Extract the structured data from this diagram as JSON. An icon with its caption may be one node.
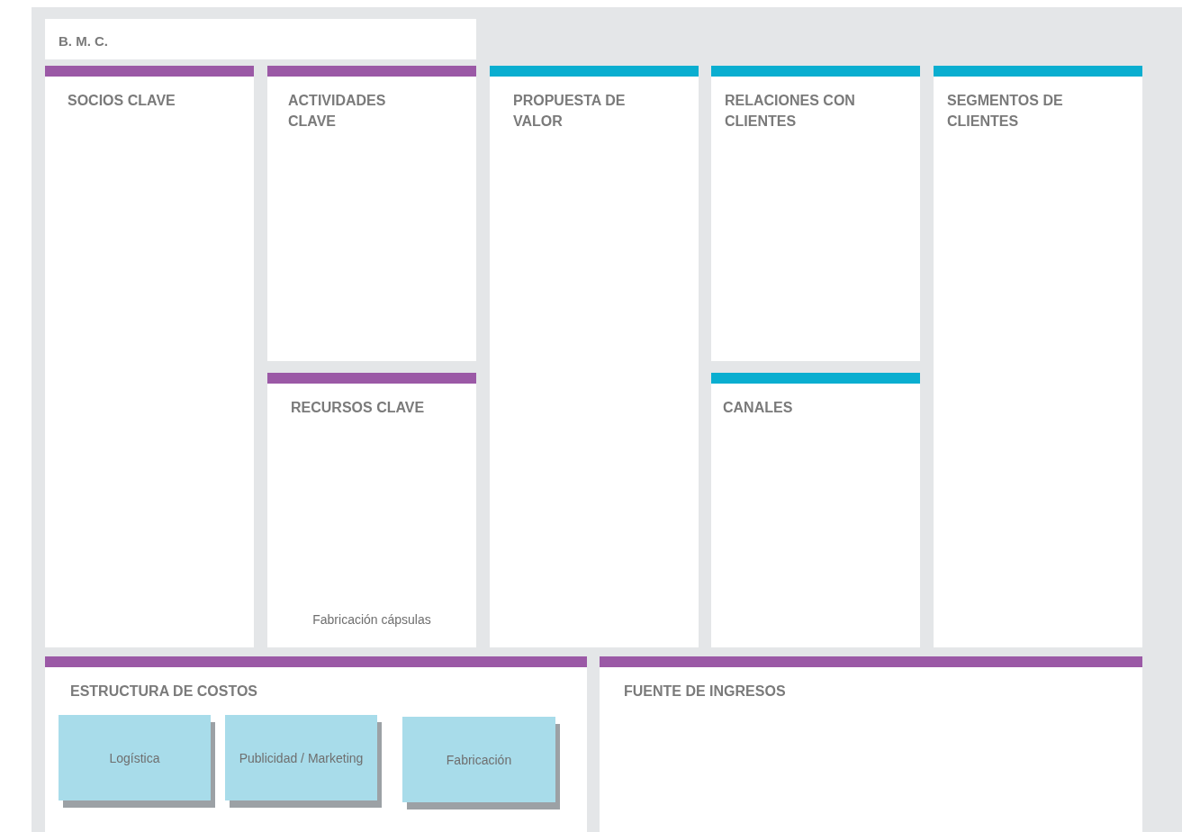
{
  "diagram": {
    "nodes": [
      {
        "text": [
          "B. M. C."
        ]
      },
      {
        "text": [
          "SOCIOS CLAVE"
        ]
      },
      {
        "text": [
          "ACTIVIDADES CLAVE"
        ]
      },
      {
        "text": [
          "RECURSOS CLAVE",
          "Fabricación cápsulas"
        ]
      },
      {
        "text": [
          "PROPUESTA DE VALOR"
        ]
      },
      {
        "text": [
          "RELACIONES CON CLIENTES"
        ]
      },
      {
        "text": [
          "CANALES"
        ]
      },
      {
        "text": [
          "SEGMENTOS DE CLIENTES"
        ]
      },
      {
        "text": [
          "ESTRUCTURA DE COSTOS"
        ]
      },
      {
        "text": [
          "FUENTE DE INGRESOS"
        ]
      },
      {
        "text": [
          "Logística"
        ],
        "in": 8
      },
      {
        "text": [
          "Publicidad / Marketing"
        ],
        "in": 8
      },
      {
        "text": [
          "Fabricación"
        ],
        "in": 8
      }
    ],
    "edges": []
  }
}
